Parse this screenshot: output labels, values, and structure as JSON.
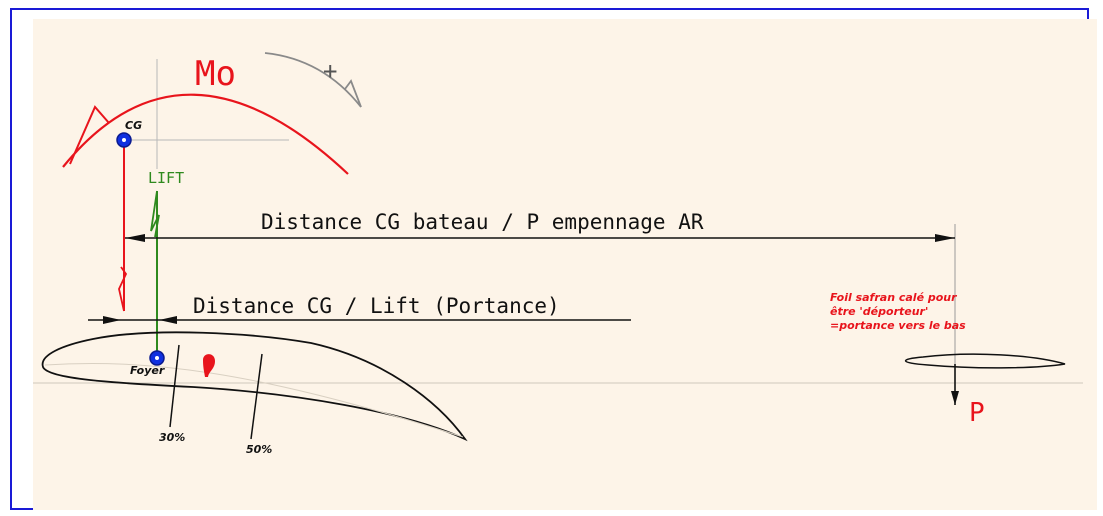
{
  "colors": {
    "frame": "#1a1ad6",
    "background": "#fdf4e8",
    "red": "#e8141c",
    "green": "#2f8a1e",
    "black": "#111111",
    "blue_dot": "#1030e0",
    "grey": "#8a8a8a"
  },
  "labels": {
    "mo": "Mo",
    "plus": "+",
    "cg": "CG",
    "lift": "LIFT",
    "distance_long": "Distance CG bateau / P empennage AR",
    "distance_short": "Distance CG / Lift (Portance)",
    "foyer": "Foyer",
    "pct_30": "30%",
    "pct_50": "50%",
    "p": "P",
    "foil_note_1": "Foil safran calé pour",
    "foil_note_2": "être 'déporteur'",
    "foil_note_3": "=portance vers le bas"
  }
}
